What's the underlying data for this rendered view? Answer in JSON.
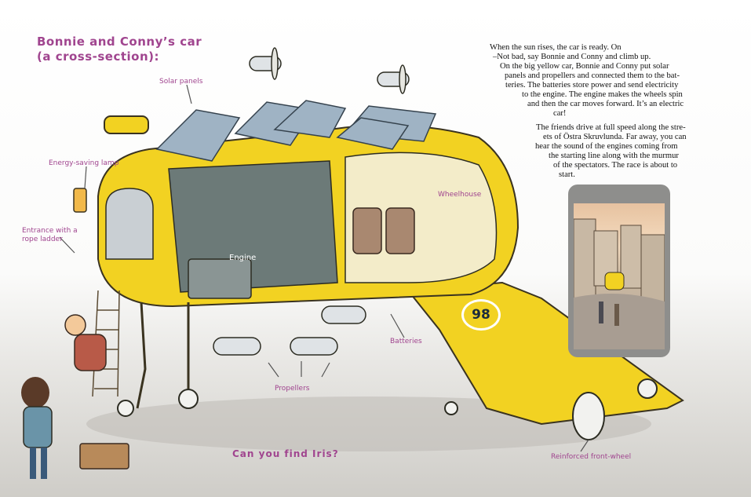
{
  "title": {
    "line1": "Bonnie and Conny’s car",
    "line2": "(a cross-section):"
  },
  "labels": {
    "solar_panels": "Solar panels",
    "energy_lamp": "Energy-saving lamp",
    "entrance_line1": "Entrance with a",
    "entrance_line2": "rope ladder",
    "engine": "Engine",
    "wheelhouse": "Wheelhouse",
    "batteries": "Batteries",
    "propellers": "Propellers",
    "front_wheel": "Reinforced front-wheel"
  },
  "car_number": "98",
  "find_prompt": "Can you find Iris?",
  "story_lines": [
    "When the sun rises, the car is ready. On",
    "–Not bad, say Bonnie and Conny and climb up.",
    "On the big yellow car, Bonnie and Conny put solar",
    "panels and propellers and connected them to the bat-",
    "teries. The batteries store power and send electricity",
    "to the engine. The engine makes the wheels spin",
    "and then the car moves forward. It’s an electric",
    "car!",
    "The friends drive at full speed along the stre-",
    "ets of Östra Skruvlunda. Far away, you can",
    "hear the sound of the engines coming from",
    "the starting line along with the murmur",
    "of the spectators. The race is about to",
    "start."
  ],
  "colors": {
    "accent_label": "#a0458f",
    "car_yellow": "#f2d222",
    "panel_blue": "#9fb3c4"
  }
}
